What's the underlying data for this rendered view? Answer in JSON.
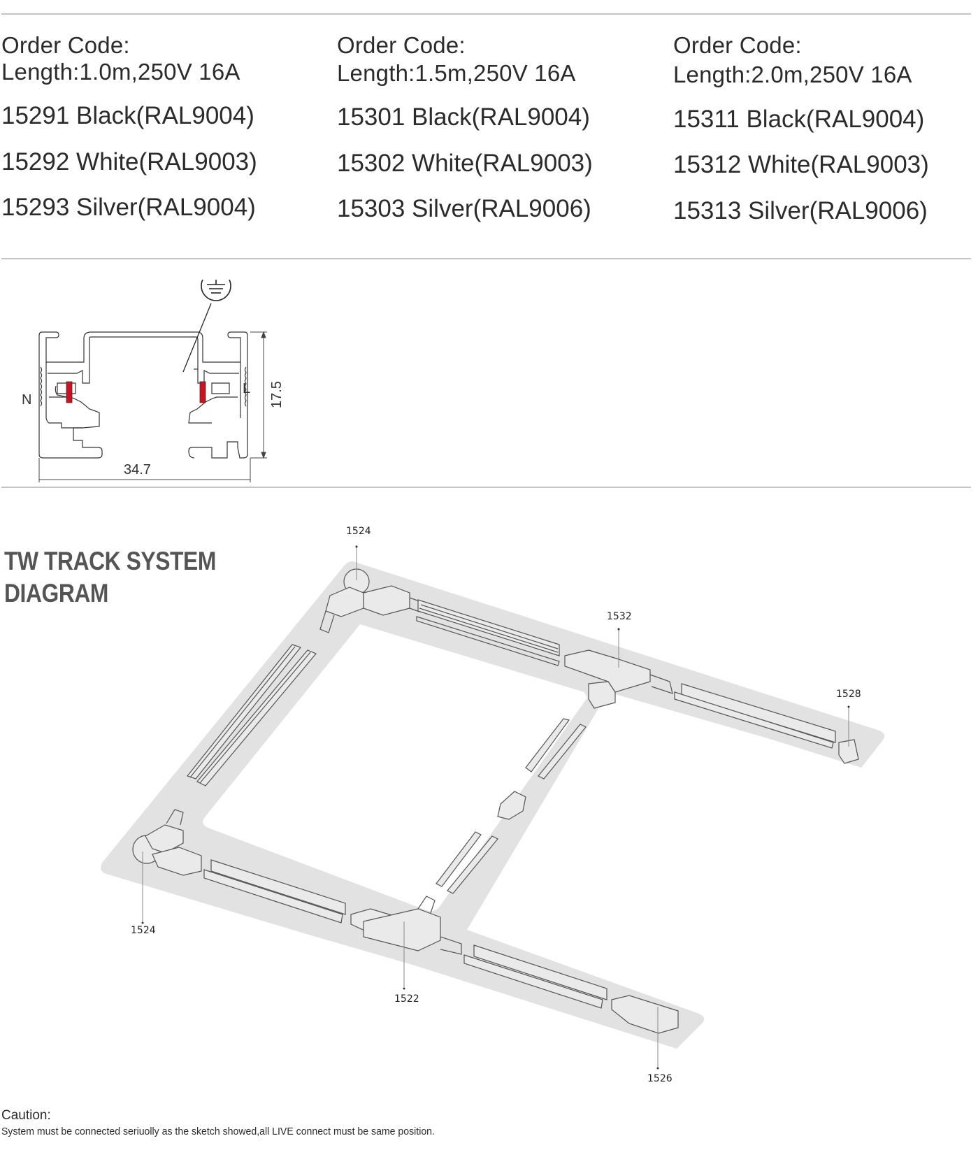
{
  "order_codes": {
    "columns": [
      {
        "heading": "Order Code:",
        "length": "Length:1.0m,250V 16A",
        "items": [
          {
            "code": "15291",
            "color": "Black",
            "ral": "RAL9004",
            "label": "15291 Black(RAL9004)"
          },
          {
            "code": "15292",
            "color": "White",
            "ral": "RAL9003",
            "label": "15292 White(RAL9003)"
          },
          {
            "code": "15293",
            "color": "Silver",
            "ral": "RAL9004",
            "label": "15293 Silver(RAL9004)"
          }
        ]
      },
      {
        "heading": "Order Code:",
        "length": "Length:1.5m,250V 16A",
        "items": [
          {
            "code": "15301",
            "color": "Black",
            "ral": "RAL9004",
            "label": "15301 Black(RAL9004)"
          },
          {
            "code": "15302",
            "color": "White",
            "ral": "RAL9003",
            "label": "15302 White(RAL9003)"
          },
          {
            "code": "15303",
            "color": "Silver",
            "ral": "RAL9006",
            "label": "15303 Silver(RAL9006)"
          }
        ]
      },
      {
        "heading": "Order Code:",
        "length": "Length:2.0m,250V 16A",
        "items": [
          {
            "code": "15311",
            "color": "Black",
            "ral": "RAL9004",
            "label": "15311 Black(RAL9004)"
          },
          {
            "code": "15312",
            "color": "White",
            "ral": "RAL9003",
            "label": "15312 White(RAL9003)"
          },
          {
            "code": "15313",
            "color": "Silver",
            "ral": "RAL9006",
            "label": "15313 Silver(RAL9006)"
          }
        ]
      }
    ]
  },
  "profile_drawing": {
    "neutral_label": "N",
    "live_label": "L",
    "width_dim": "34.7",
    "height_dim": "17.5",
    "earth_symbol": "earth-ground-icon",
    "contact_color": "#d0101f"
  },
  "diagram": {
    "title_line1": "TW TRACK SYSTEM",
    "title_line2": "DIAGRAM",
    "callouts": [
      {
        "id": "top-corner",
        "label": "1524"
      },
      {
        "id": "t-top",
        "label": "1532"
      },
      {
        "id": "endcap",
        "label": "1528"
      },
      {
        "id": "bottom-corner",
        "label": "1524"
      },
      {
        "id": "t-bottom",
        "label": "1522"
      },
      {
        "id": "feed",
        "label": "1526"
      }
    ],
    "background_color": "#e2e2e2"
  },
  "caution": {
    "title": "Caution:",
    "text": "System must be connected seriuolly as the sketch showed,all LIVE connect must be same position."
  }
}
